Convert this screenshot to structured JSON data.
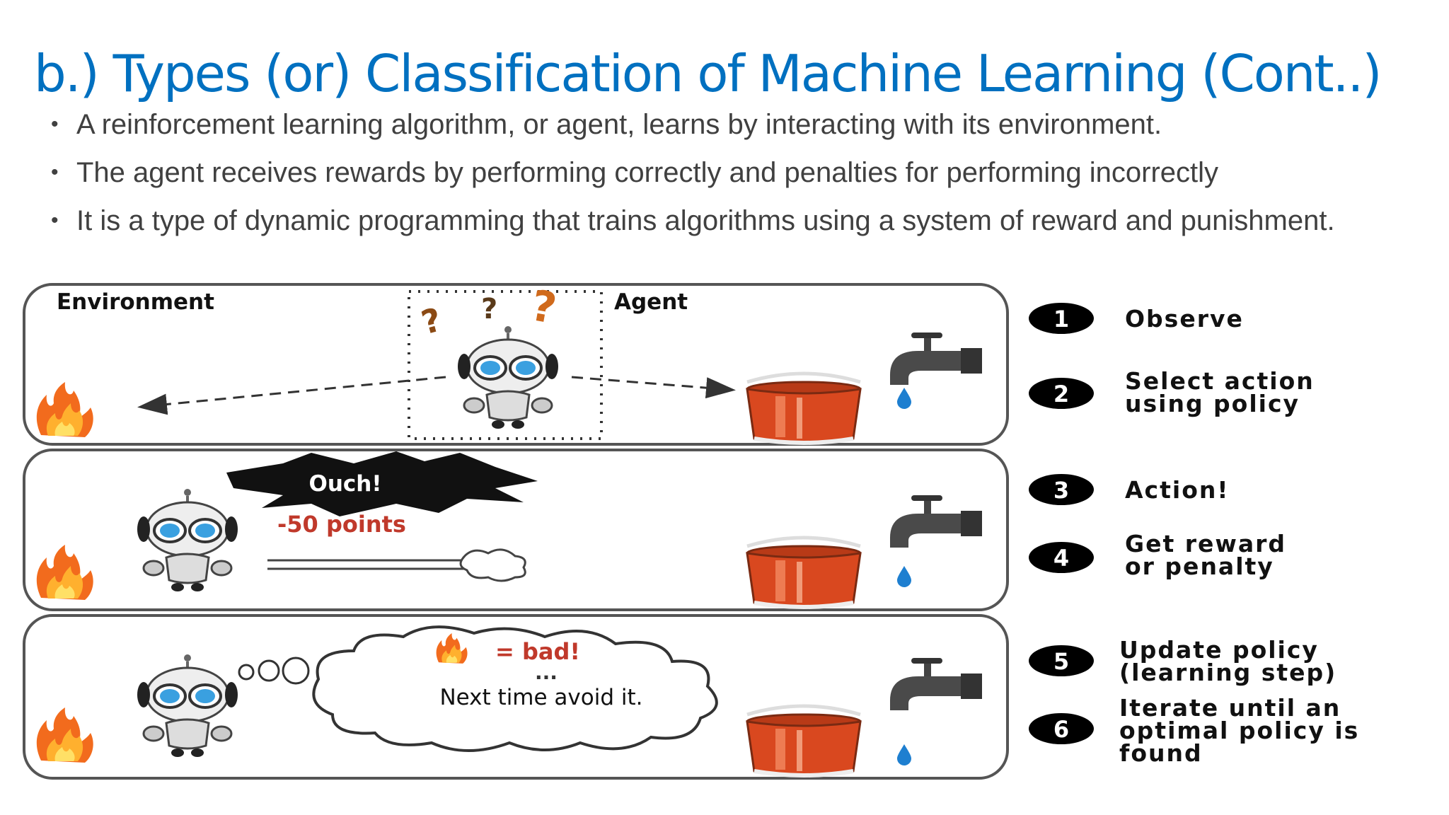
{
  "slide": {
    "title": "b.) Types (or) Classification of Machine Learning (Cont..)",
    "bullets": [
      "A reinforcement learning algorithm, or agent, learns by interacting with its environment.",
      "The agent receives rewards by performing correctly and penalties for performing incorrectly",
      " It is a type of dynamic programming that trains algorithms using a system of reward and punishment."
    ],
    "bullet_symbol": "•"
  },
  "figure": {
    "environment_label": "Environment",
    "agent_label": "Agent",
    "ouch_text": "Ouch!",
    "points_text": "-50 points",
    "bad_text": "= bad!",
    "ellipsis_text": "...",
    "next_time_text": "Next time avoid it.",
    "steps": [
      {
        "number": "1",
        "lines": [
          "Observe"
        ]
      },
      {
        "number": "2",
        "lines": [
          "Select action",
          "using policy"
        ]
      },
      {
        "number": "3",
        "lines": [
          "Action!"
        ]
      },
      {
        "number": "4",
        "lines": [
          "Get reward",
          "or penalty"
        ]
      },
      {
        "number": "5",
        "lines": [
          "Update policy",
          "(learning step)"
        ]
      },
      {
        "number": "6",
        "lines": [
          "Iterate until an",
          "optimal policy is",
          "found"
        ]
      }
    ],
    "colors": {
      "title": "#0070c0",
      "bucket": "#d9481f",
      "points_red": "#c0392b",
      "robot_eye": "#3aa0e0",
      "fire_outer": "#f26b1d",
      "fire_inner": "#ffd23a"
    },
    "icons": [
      "fire-icon",
      "robot-icon",
      "bucket-icon",
      "faucet-icon",
      "water-drop-icon",
      "question-mark-icon"
    ]
  }
}
